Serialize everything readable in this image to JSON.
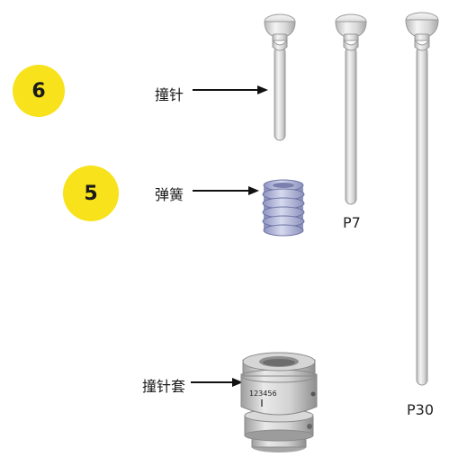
{
  "badges": {
    "six": "6",
    "five": "5"
  },
  "labels": {
    "striker": "撞针",
    "spring": "弹簧",
    "sleeve": "撞针套"
  },
  "captions": {
    "p7": "P7",
    "p30": "P30"
  },
  "sleeve_engraving": "123456",
  "colors": {
    "badge": "#f7e21b",
    "metal_light": "#f2f2f2",
    "metal_mid": "#cfcfcf",
    "metal_dark": "#9a9a9a",
    "spring": "#aeb4d6"
  }
}
